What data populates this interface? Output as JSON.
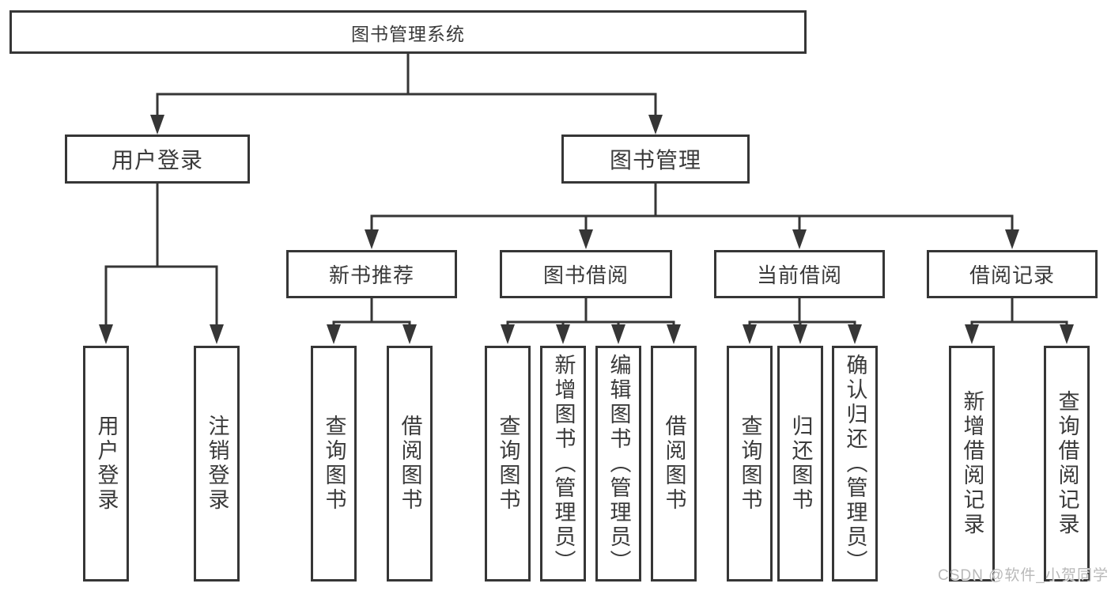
{
  "tree": {
    "label": "图书管理系统",
    "children": [
      {
        "label": "用户登录",
        "children": [
          {
            "label": "用户登录"
          },
          {
            "label": "注销登录"
          }
        ]
      },
      {
        "label": "图书管理",
        "children": [
          {
            "label": "新书推荐",
            "children": [
              {
                "label": "查询图书"
              },
              {
                "label": "借阅图书"
              }
            ]
          },
          {
            "label": "图书借阅",
            "children": [
              {
                "label": "查询图书"
              },
              {
                "label": "新增图书（管理员）"
              },
              {
                "label": "编辑图书（管理员）"
              },
              {
                "label": "借阅图书"
              }
            ]
          },
          {
            "label": "当前借阅",
            "children": [
              {
                "label": "查询图书"
              },
              {
                "label": "归还图书"
              },
              {
                "label": "确认归还（管理员）"
              }
            ]
          },
          {
            "label": "借阅记录",
            "children": [
              {
                "label": "新增借阅记录"
              },
              {
                "label": "查询借阅记录"
              }
            ]
          }
        ]
      }
    ]
  },
  "watermark": {
    "text": "CSDN @软件_小贺同学"
  },
  "colors": {
    "line": "#363636",
    "box_border": "#363636",
    "text": "#3a3a3a",
    "background": "#ffffff",
    "watermark": "#b9b9b9"
  }
}
